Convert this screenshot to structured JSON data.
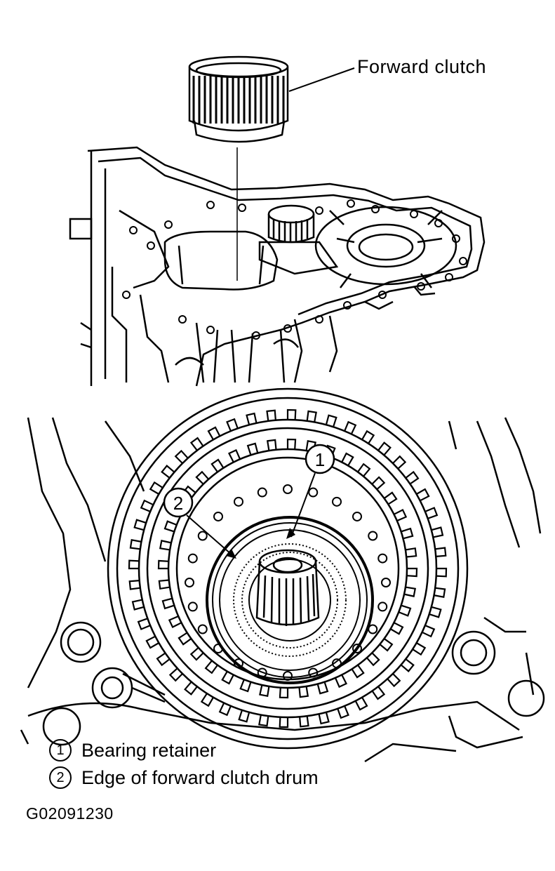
{
  "labels": {
    "forward_clutch": "Forward clutch",
    "callout_1": "1",
    "callout_2": "2"
  },
  "legend": [
    {
      "num": "1",
      "text": "Bearing retainer"
    },
    {
      "num": "2",
      "text": "Edge of forward clutch drum"
    }
  ],
  "figure_id": "G02091230",
  "colors": {
    "ink": "#000000",
    "paper": "#ffffff"
  }
}
